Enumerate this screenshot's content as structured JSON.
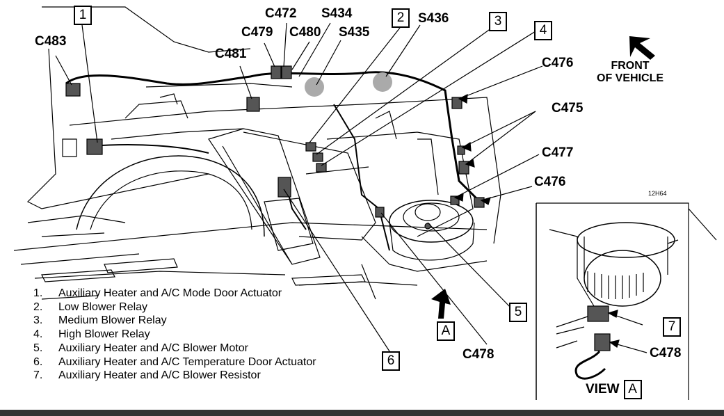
{
  "callouts": {
    "c483": "C483",
    "c472": "C472",
    "c479": "C479",
    "c480": "C480",
    "c481": "C481",
    "s434": "S434",
    "s435": "S435",
    "s436": "S436",
    "c476_top": "C476",
    "c475": "C475",
    "c477": "C477",
    "c476_bottom": "C476",
    "c478_main": "C478",
    "c478_view": "C478"
  },
  "item_numbers": {
    "n1": "1",
    "n2": "2",
    "n3": "3",
    "n4": "4",
    "n5": "5",
    "n6": "6",
    "n7": "7",
    "view_a": "A"
  },
  "front_of_vehicle": {
    "line1": "FRONT",
    "line2": "OF VEHICLE"
  },
  "figure_code": "12H64",
  "view_label": {
    "text": "VIEW",
    "letter": "A"
  },
  "legend": [
    {
      "n": "1.",
      "text": "Auxiliary Heater and A/C Mode Door Actuator"
    },
    {
      "n": "2.",
      "text": "Low Blower Relay"
    },
    {
      "n": "3.",
      "text": "Medium Blower Relay"
    },
    {
      "n": "4.",
      "text": "High Blower Relay"
    },
    {
      "n": "5.",
      "text": "Auxiliary Heater and A/C Blower Motor"
    },
    {
      "n": "6.",
      "text": "Auxiliary Heater and A/C Temperature Door Actuator"
    },
    {
      "n": "7.",
      "text": "Auxiliary Heater and A/C Blower Resistor"
    }
  ]
}
